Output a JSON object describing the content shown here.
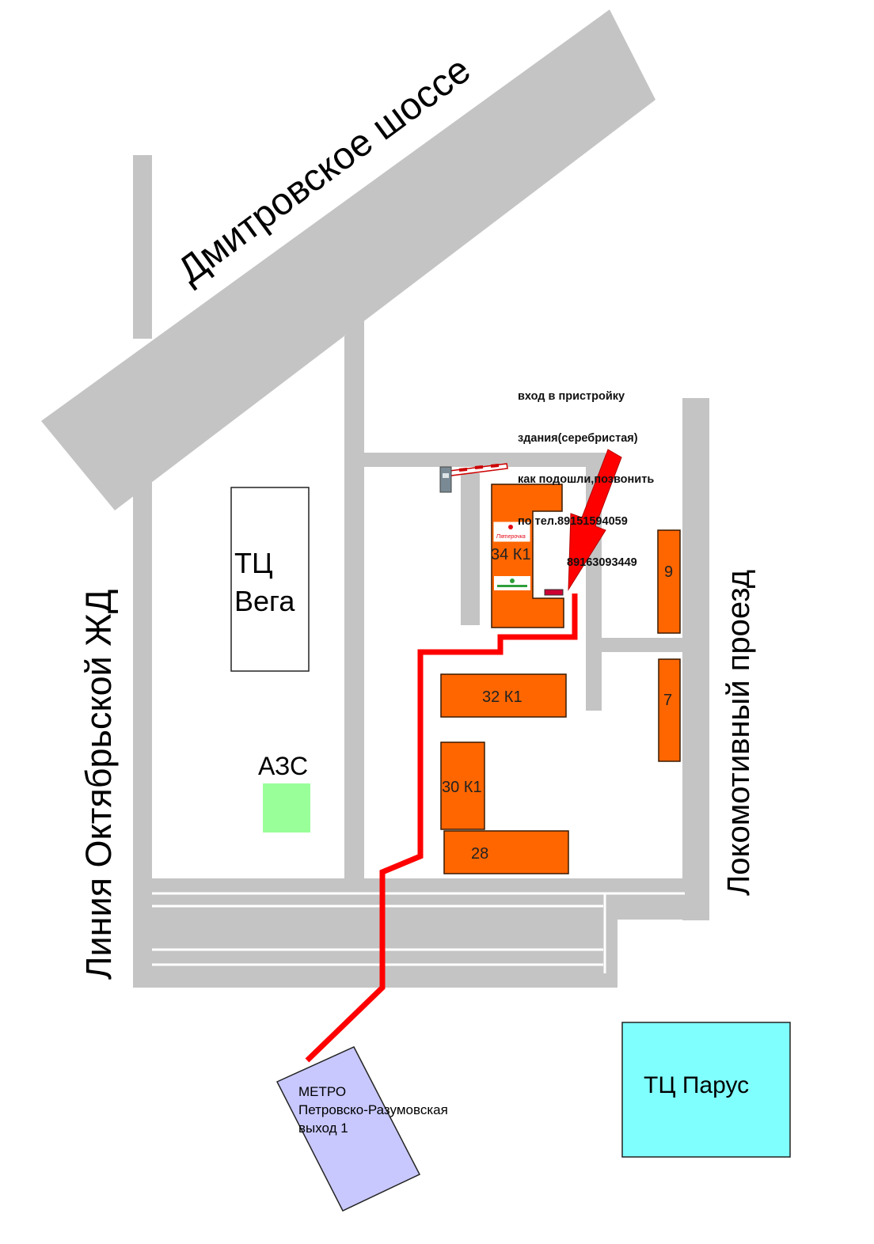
{
  "streets": {
    "highway": "Дмитровское шоссе",
    "railway": "Линия Октябрьской ЖД",
    "passage": "Локомотивный проезд"
  },
  "places": {
    "vega": [
      "ТЦ",
      "Вега"
    ],
    "azs": "АЗС",
    "parus": "ТЦ Парус",
    "metro": [
      "МЕТРО",
      "Петровско-Разумовская",
      "выход 1"
    ]
  },
  "buildings": {
    "b34": "34 К1",
    "b32": "32 К1",
    "b30": "30 К1",
    "b28": "28",
    "b9": "9",
    "b7": "7"
  },
  "shops": {
    "pyaterochka": "Пятерочка"
  },
  "entrance_note": {
    "lines": [
      "вход в пристройку",
      "здания(серебристая)",
      "как подошли,позвонить",
      "по тел.89151594059"
    ],
    "phone2": "89163093449"
  },
  "colors": {
    "road": "#c4c4c4",
    "building": "#ff6600",
    "route": "#ff0000",
    "azs": "#99ff99",
    "parus": "#80ffff",
    "metro": "#c8c8ff"
  },
  "icons": {
    "barrier": "barrier-gate-icon",
    "arrow": "entrance-arrow-icon",
    "shop_green": "shop-logo-icon"
  }
}
